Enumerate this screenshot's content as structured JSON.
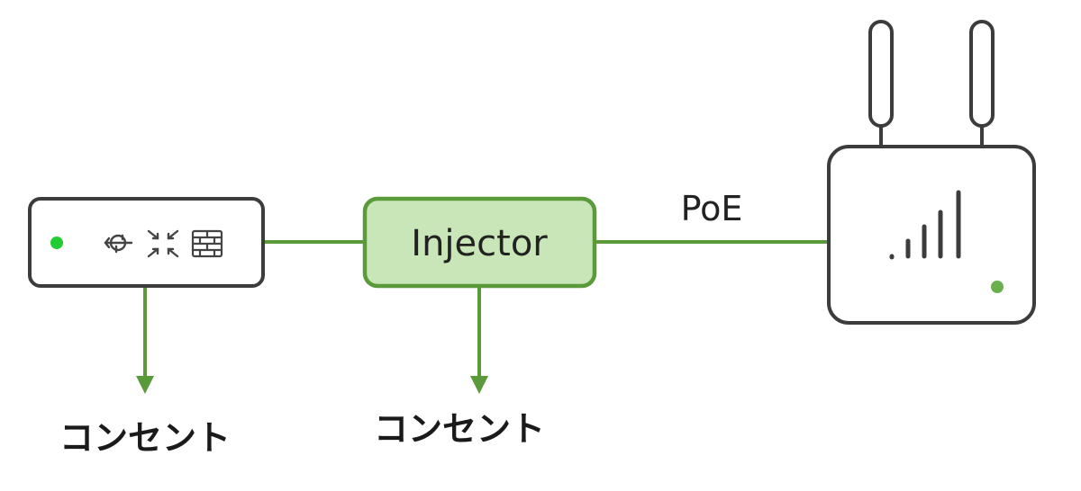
{
  "diagram": {
    "injector_label": "Injector",
    "poe_label": "PoE",
    "router_outlet_label": "コンセント",
    "injector_outlet_label": "コンセント"
  },
  "colors": {
    "link_green": "#5a9a3a",
    "injector_fill": "#c8e6b7",
    "injector_stroke": "#5a9a3a",
    "device_stroke": "#3c3c3c",
    "status_led_bright": "#22cc33",
    "status_led_ap": "#6ab04c"
  },
  "icons": {
    "router": [
      "usb-icon",
      "compress-arrows-icon",
      "firewall-brick-icon"
    ],
    "access_point": [
      "signal-bars-icon"
    ]
  }
}
